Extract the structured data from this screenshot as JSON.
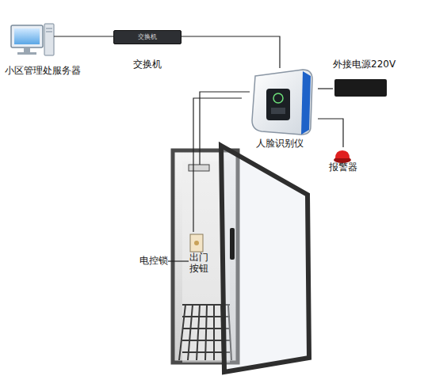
{
  "diagram": {
    "nodes": [
      {
        "text": [
          "小区管理处服务器"
        ]
      },
      {
        "text": [
          "交换机",
          "交换机"
        ]
      },
      {
        "text": [
          "外接电源220V"
        ]
      },
      {
        "text": [
          "人脸识别仪"
        ]
      },
      {
        "text": [
          "报警器"
        ]
      },
      {
        "text": [
          "出门按钮"
        ]
      }
    ],
    "edges": [
      {
        "from": 0,
        "to": 1,
        "arrow": "none"
      },
      {
        "from": 1,
        "to": 3,
        "arrow": "none"
      },
      {
        "from": 3,
        "to": 2,
        "arrow": "none"
      },
      {
        "from": 3,
        "to": 4,
        "arrow": "none"
      },
      {
        "from": 3,
        "to": 5,
        "arrow": "none"
      }
    ],
    "labels": [
      "电控锁"
    ]
  }
}
